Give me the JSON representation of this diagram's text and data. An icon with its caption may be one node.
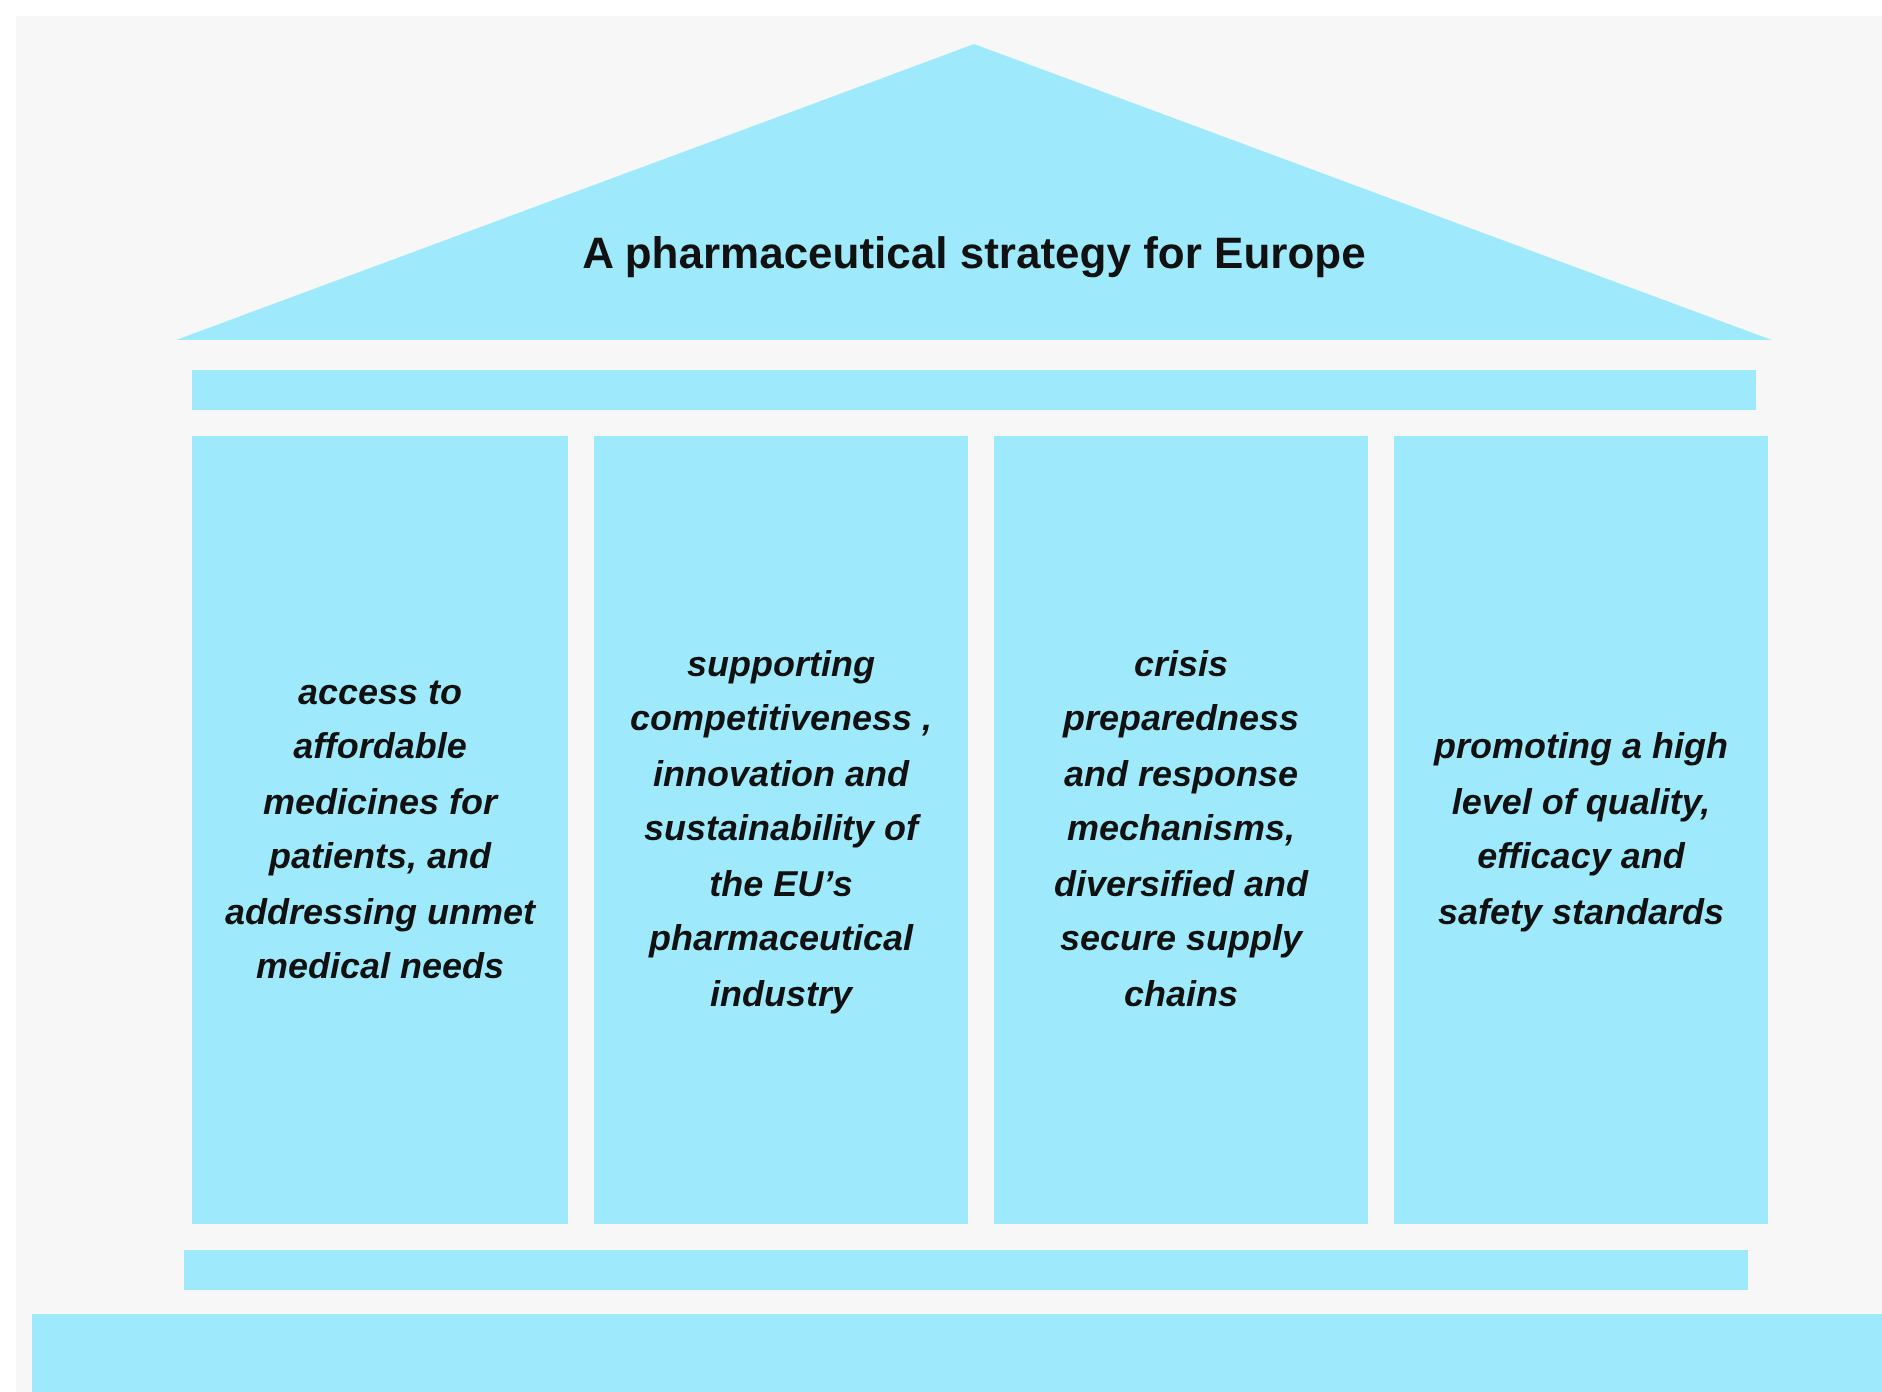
{
  "diagram": {
    "nodes": [
      {
        "text": [
          "A pharmaceutical strategy for Europe"
        ]
      },
      {
        "text": [],
        "shape": "bar"
      },
      {
        "text": [
          "access to affordable medicines for patients, and addressing unmet medical needs"
        ]
      },
      {
        "text": [
          "supporting competitiveness , innovation and sustainability of the EU’s pharmaceutical industry"
        ]
      },
      {
        "text": [
          "crisis preparedness and response mechanisms, diversified and secure supply chains"
        ]
      },
      {
        "text": [
          "promoting a high level of quality, efficacy and safety standards"
        ]
      },
      {
        "text": [],
        "shape": "bar"
      },
      {
        "text": [],
        "shape": "bar"
      }
    ]
  }
}
